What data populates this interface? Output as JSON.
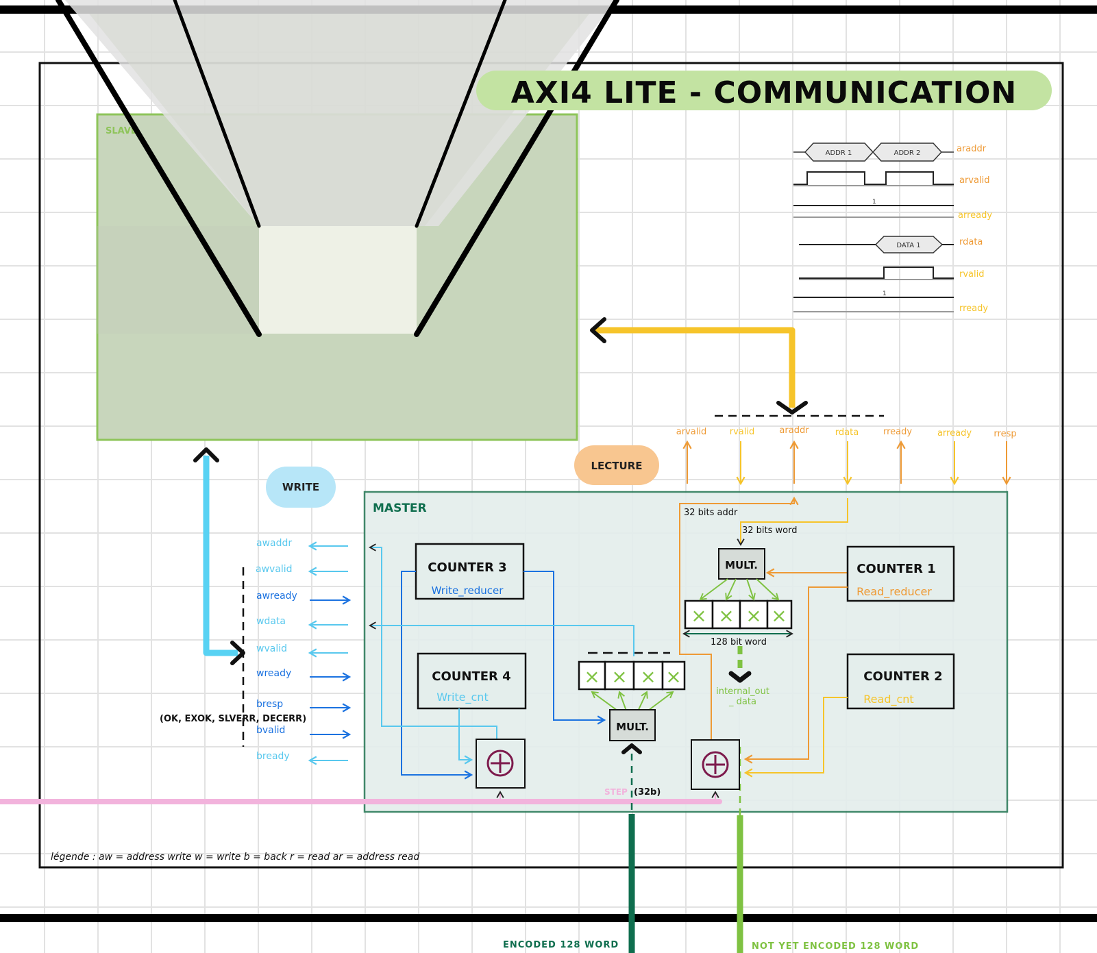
{
  "title": "AXI4 LITE - COMMUNICATION",
  "slave_label": "SLAVE",
  "master_label": "MASTER",
  "write_pill": "WRITE",
  "read_pill": "LECTURE",
  "colors": {
    "title_bg": "#c3e3a2",
    "slave_fill": "#c8d6bc",
    "slave_border": "#8ec45a",
    "master_fill": "#e4eeec",
    "master_border": "#2e7d5b",
    "write_light": "#58c8ee",
    "write_dark": "#1b72e0",
    "read_light": "#f6c42a",
    "read_dark": "#ee9a35",
    "pink": "#f2b3dc",
    "dark_green": "#0f6e4e",
    "light_green": "#7fc242"
  },
  "timing": {
    "addr1": "ADDR 1",
    "addr2": "ADDR 2",
    "data1": "DATA 1",
    "sig_araddr": "araddr",
    "sig_arvalid": "arvalid",
    "sig_arready": "arready",
    "sig_rdata": "rdata",
    "sig_rvalid": "rvalid",
    "sig_rready": "rready",
    "one_a": "1",
    "one_b": "1"
  },
  "read_signals": [
    "arvalid",
    "rvalid",
    "araddr",
    "rdata",
    "rready",
    "arready",
    "rresp"
  ],
  "write_signals": {
    "awaddr": "awaddr",
    "awvalid": "awvalid",
    "awready": "awready",
    "wdata": "wdata",
    "wvalid": "wvalid",
    "wready": "wready",
    "bresp": "bresp",
    "bvalid": "bvalid",
    "bready": "bready"
  },
  "resp_note": "(OK, EXOK, SLVERR, DECERR)",
  "counters": {
    "c1_title": "COUNTER 1",
    "c1_sub": "Read_reducer",
    "c2_title": "COUNTER 2",
    "c2_sub": "Read_cnt",
    "c3_title": "COUNTER 3",
    "c3_sub": "Write_reducer",
    "c4_title": "COUNTER 4",
    "c4_sub": "Write_cnt"
  },
  "mult_label": "MULT.",
  "mult2_label": "MULT.",
  "addr_note": "32 bits addr",
  "word_note": "32 bits word",
  "word128_note": "128 bit word",
  "internal_note_1": "internal_out",
  "internal_note_2": "_ data",
  "step_label": "STEP",
  "step_width": "(32b)",
  "encoded": "ENCODED 128 WORD",
  "not_encoded": "NOT YET ENCODED 128 WORD",
  "legend": "légende : aw = address write   w = write   b = back   r = read   ar = address read"
}
